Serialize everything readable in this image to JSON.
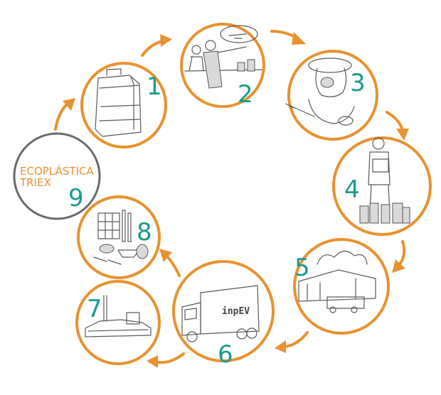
{
  "steps": [
    {
      "number": "1"
    },
    {
      "number": "2"
    },
    {
      "number": "3"
    },
    {
      "number": "4"
    },
    {
      "number": "5"
    },
    {
      "number": "6"
    },
    {
      "number": "7"
    },
    {
      "number": "8"
    },
    {
      "number": "9",
      "label_line1": "ECOPLÁSTICA",
      "label_line2": "TRIEX"
    }
  ],
  "truck_logo": "inpEV",
  "colors": {
    "ring": "#e8922f",
    "arrow": "#e8922f",
    "number": "#1a9c8f",
    "final_ring": "#6b6b6b",
    "final_label": "#e8922f"
  }
}
